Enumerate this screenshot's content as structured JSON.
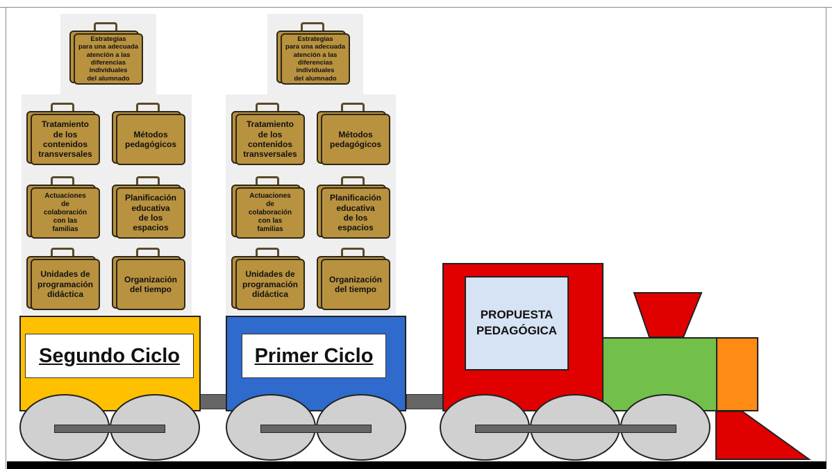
{
  "stacks": [
    {
      "top_case": "Estrategias\npara una adecuada\natención a las\ndiferencias\nindividuales\ndel alumnado",
      "rows": [
        [
          "Tratamiento\nde los\ncontenidos\ntransversales",
          "Métodos\npedagógicos"
        ],
        [
          "Actuaciones\nde\ncolaboración\ncon las\nfamilias",
          "Planificación\neducativa\nde los\nespacios"
        ],
        [
          "Unidades de\nprogramación\ndidáctica",
          "Organización\ndel tiempo"
        ]
      ]
    },
    {
      "top_case": "Estrategias\npara una adecuada\natención a las\ndiferencias\nindividuales\ndel alumnado",
      "rows": [
        [
          "Tratamiento\nde los\ncontenidos\ntransversales",
          "Métodos\npedagógicos"
        ],
        [
          "Actuaciones\nde\ncolaboración\ncon las\nfamilias",
          "Planificación\neducativa\nde los\nespacios"
        ],
        [
          "Unidades de\nprogramación\ndidáctica",
          "Organización\ndel tiempo"
        ]
      ]
    }
  ],
  "train": {
    "car1_label": "Segundo Ciclo",
    "car2_label": "Primer Ciclo",
    "engine_label": "PROPUESTA\nPEDAGÓGICA"
  },
  "colors": {
    "car1": "#ffc000",
    "car2": "#2f6bcc",
    "engine": "#e00000",
    "boiler": "#72c04a",
    "front": "#ff8a14",
    "cab_window": "#d6e3f4",
    "suitcase": "#b8923f"
  }
}
